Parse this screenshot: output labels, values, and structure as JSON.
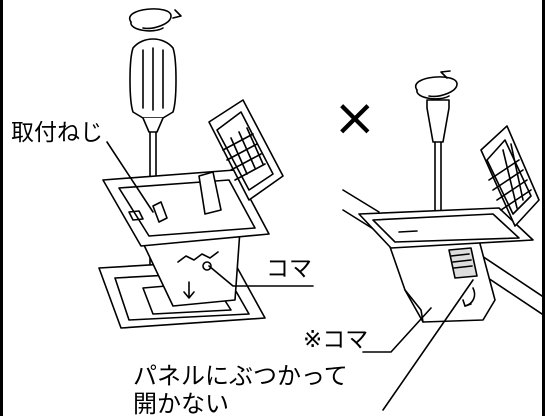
{
  "labels": {
    "mounting_screw": "取付ねじ",
    "koma": "コマ",
    "koma_note_marked": "※コマ",
    "wrong_mark": "×",
    "warning_line1": "パネルにぶつかって",
    "warning_line2": "開かない"
  },
  "colors": {
    "line": "#000000",
    "background": "#ffffff"
  }
}
